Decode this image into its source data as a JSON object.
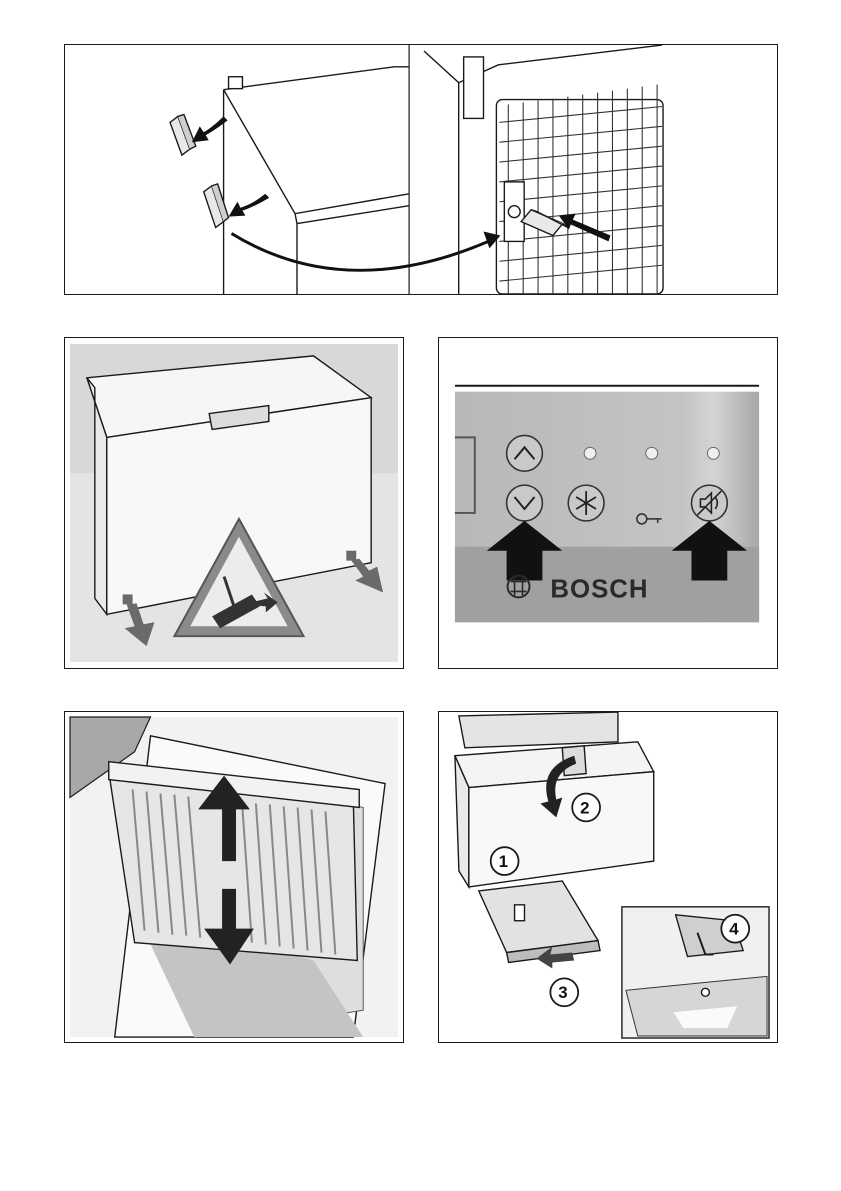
{
  "panels": {
    "hinge_caps": {
      "illustration": "remove-hinge-caps-and-refit"
    },
    "chest_freezer": {
      "illustration": "adjust-feet-warning"
    },
    "control_panel": {
      "brand": "BOSCH",
      "buttons": [
        "up-arrow-icon",
        "down-arrow-icon",
        "super-freeze-icon",
        "alarm-mute-icon"
      ],
      "indicators": 3
    },
    "divider_panel": {
      "illustration": "insert-divider"
    },
    "drain_steps": {
      "steps": [
        "1",
        "2",
        "3",
        "4"
      ]
    }
  },
  "colors": {
    "line": "#1a1a1a",
    "arrow": "#111111",
    "panel_bg": "#bdbdbd",
    "shadow": "#9a9a9a"
  }
}
